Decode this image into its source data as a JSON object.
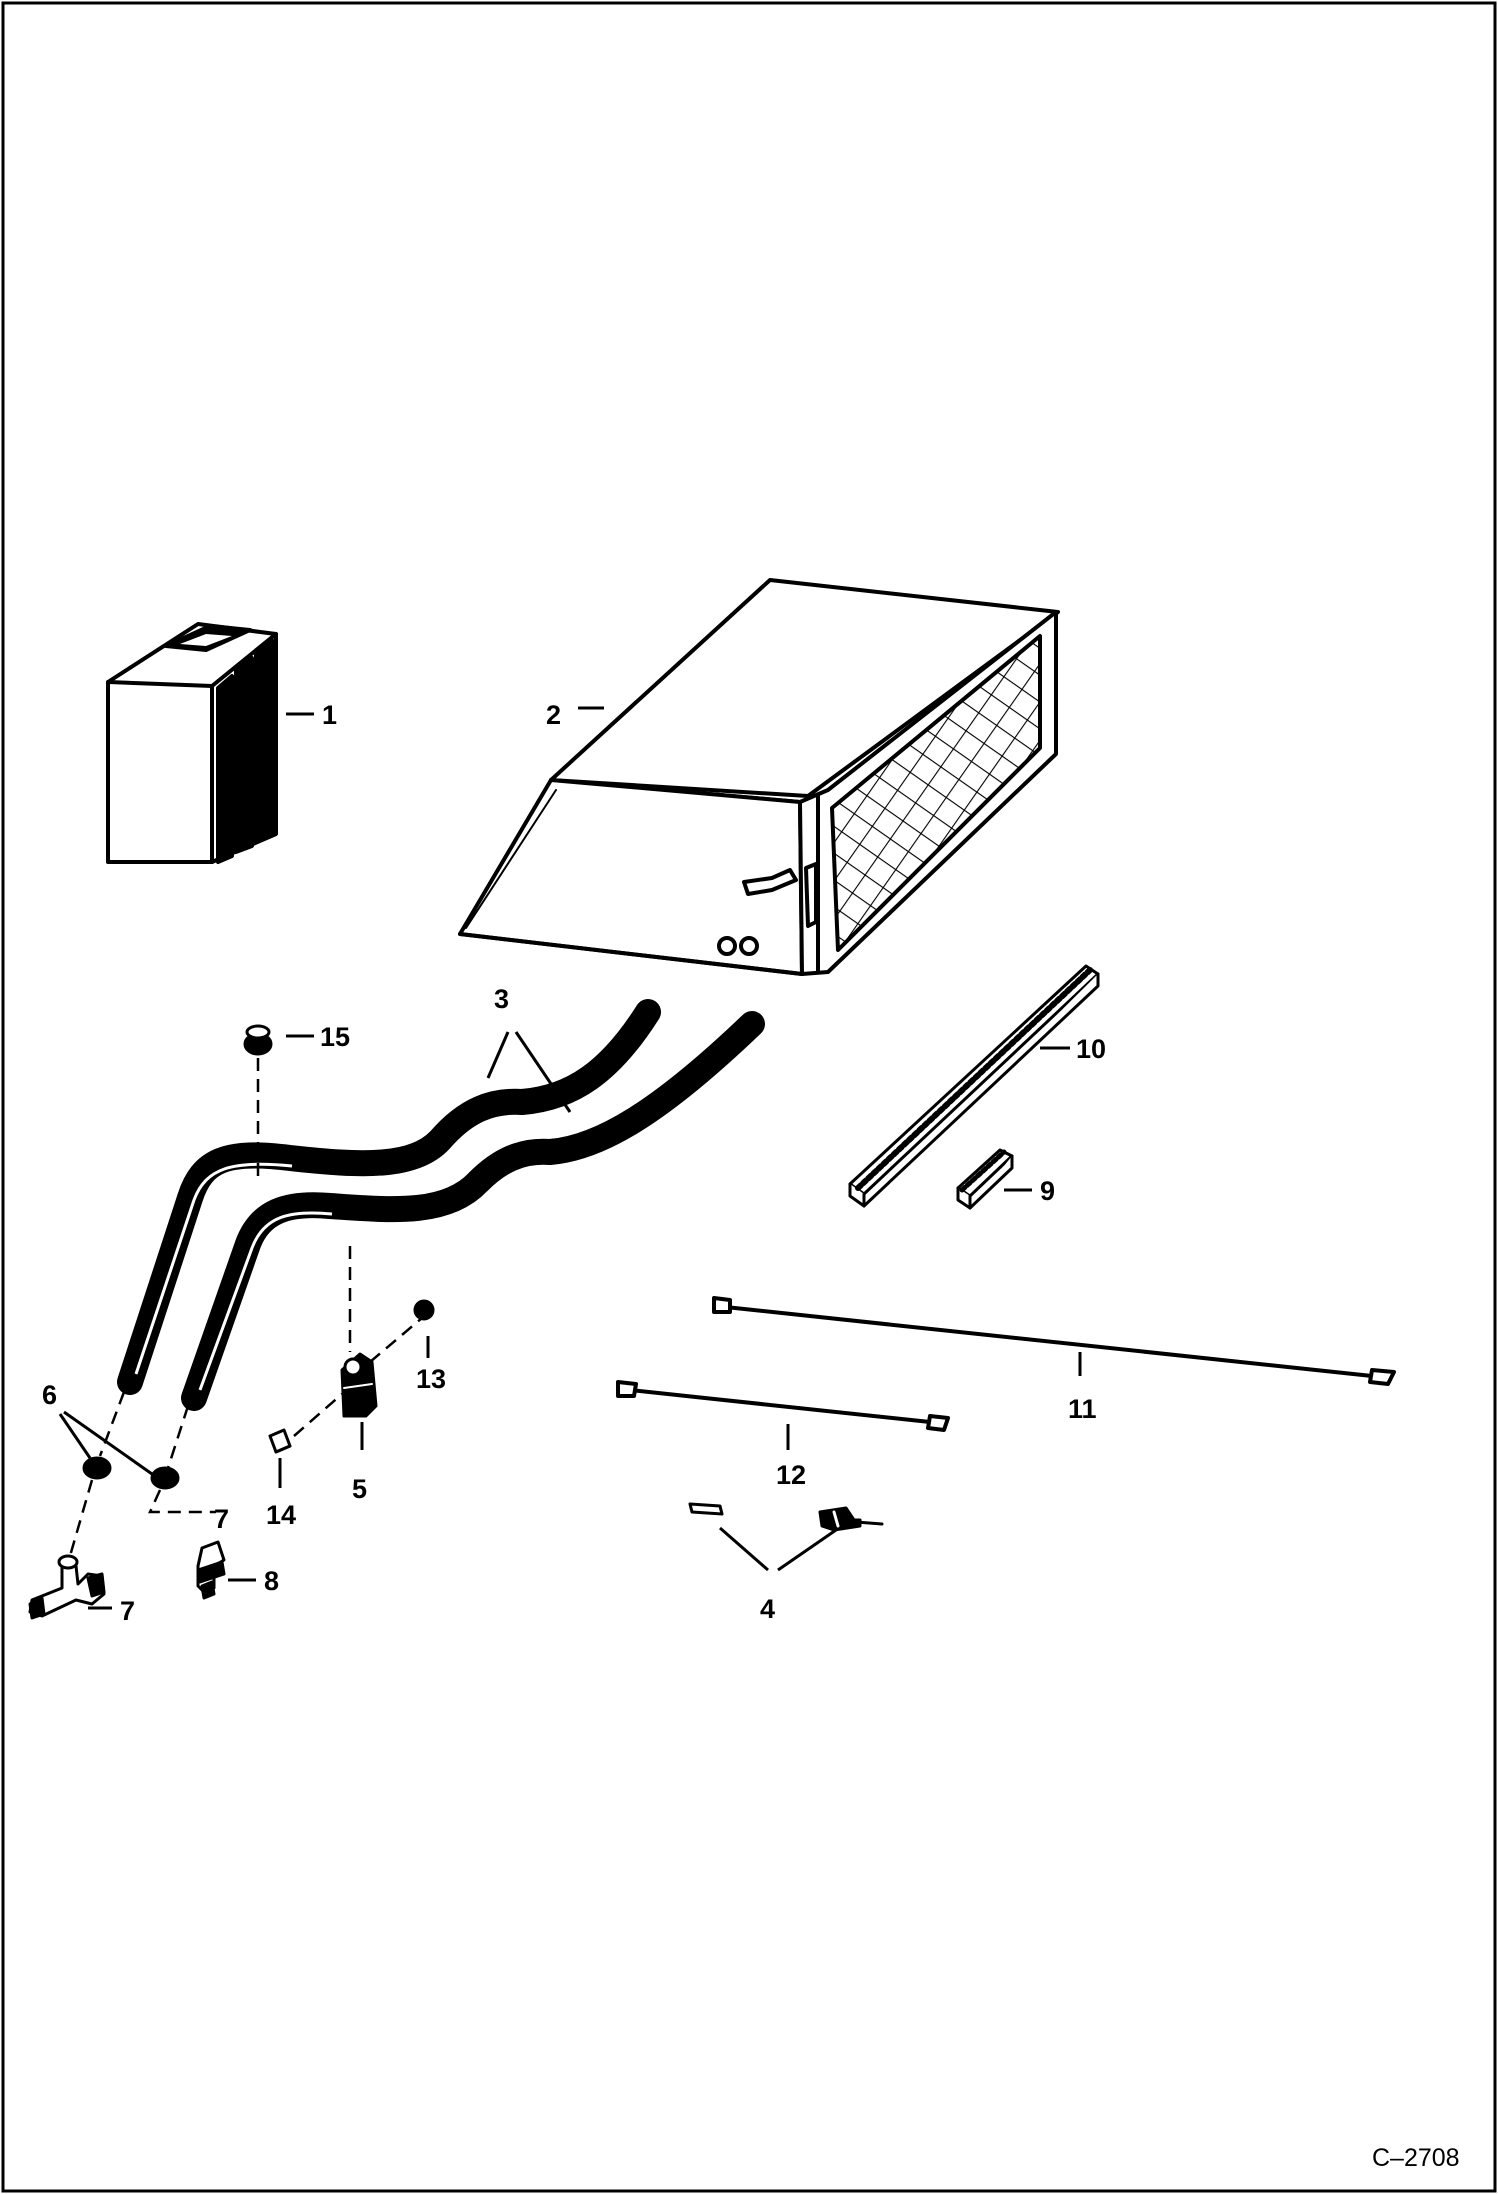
{
  "diagram": {
    "callouts": [
      {
        "id": "1",
        "text": "1"
      },
      {
        "id": "2",
        "text": "2"
      },
      {
        "id": "3",
        "text": "3"
      },
      {
        "id": "4",
        "text": "4"
      },
      {
        "id": "5",
        "text": "5"
      },
      {
        "id": "6",
        "text": "6"
      },
      {
        "id": "7a",
        "text": "7"
      },
      {
        "id": "7b",
        "text": "7"
      },
      {
        "id": "8",
        "text": "8"
      },
      {
        "id": "9",
        "text": "9"
      },
      {
        "id": "10",
        "text": "10"
      },
      {
        "id": "11",
        "text": "11"
      },
      {
        "id": "12",
        "text": "12"
      },
      {
        "id": "13",
        "text": "13"
      },
      {
        "id": "14",
        "text": "14"
      },
      {
        "id": "15",
        "text": "15"
      }
    ],
    "figure_code": "C–2708"
  }
}
